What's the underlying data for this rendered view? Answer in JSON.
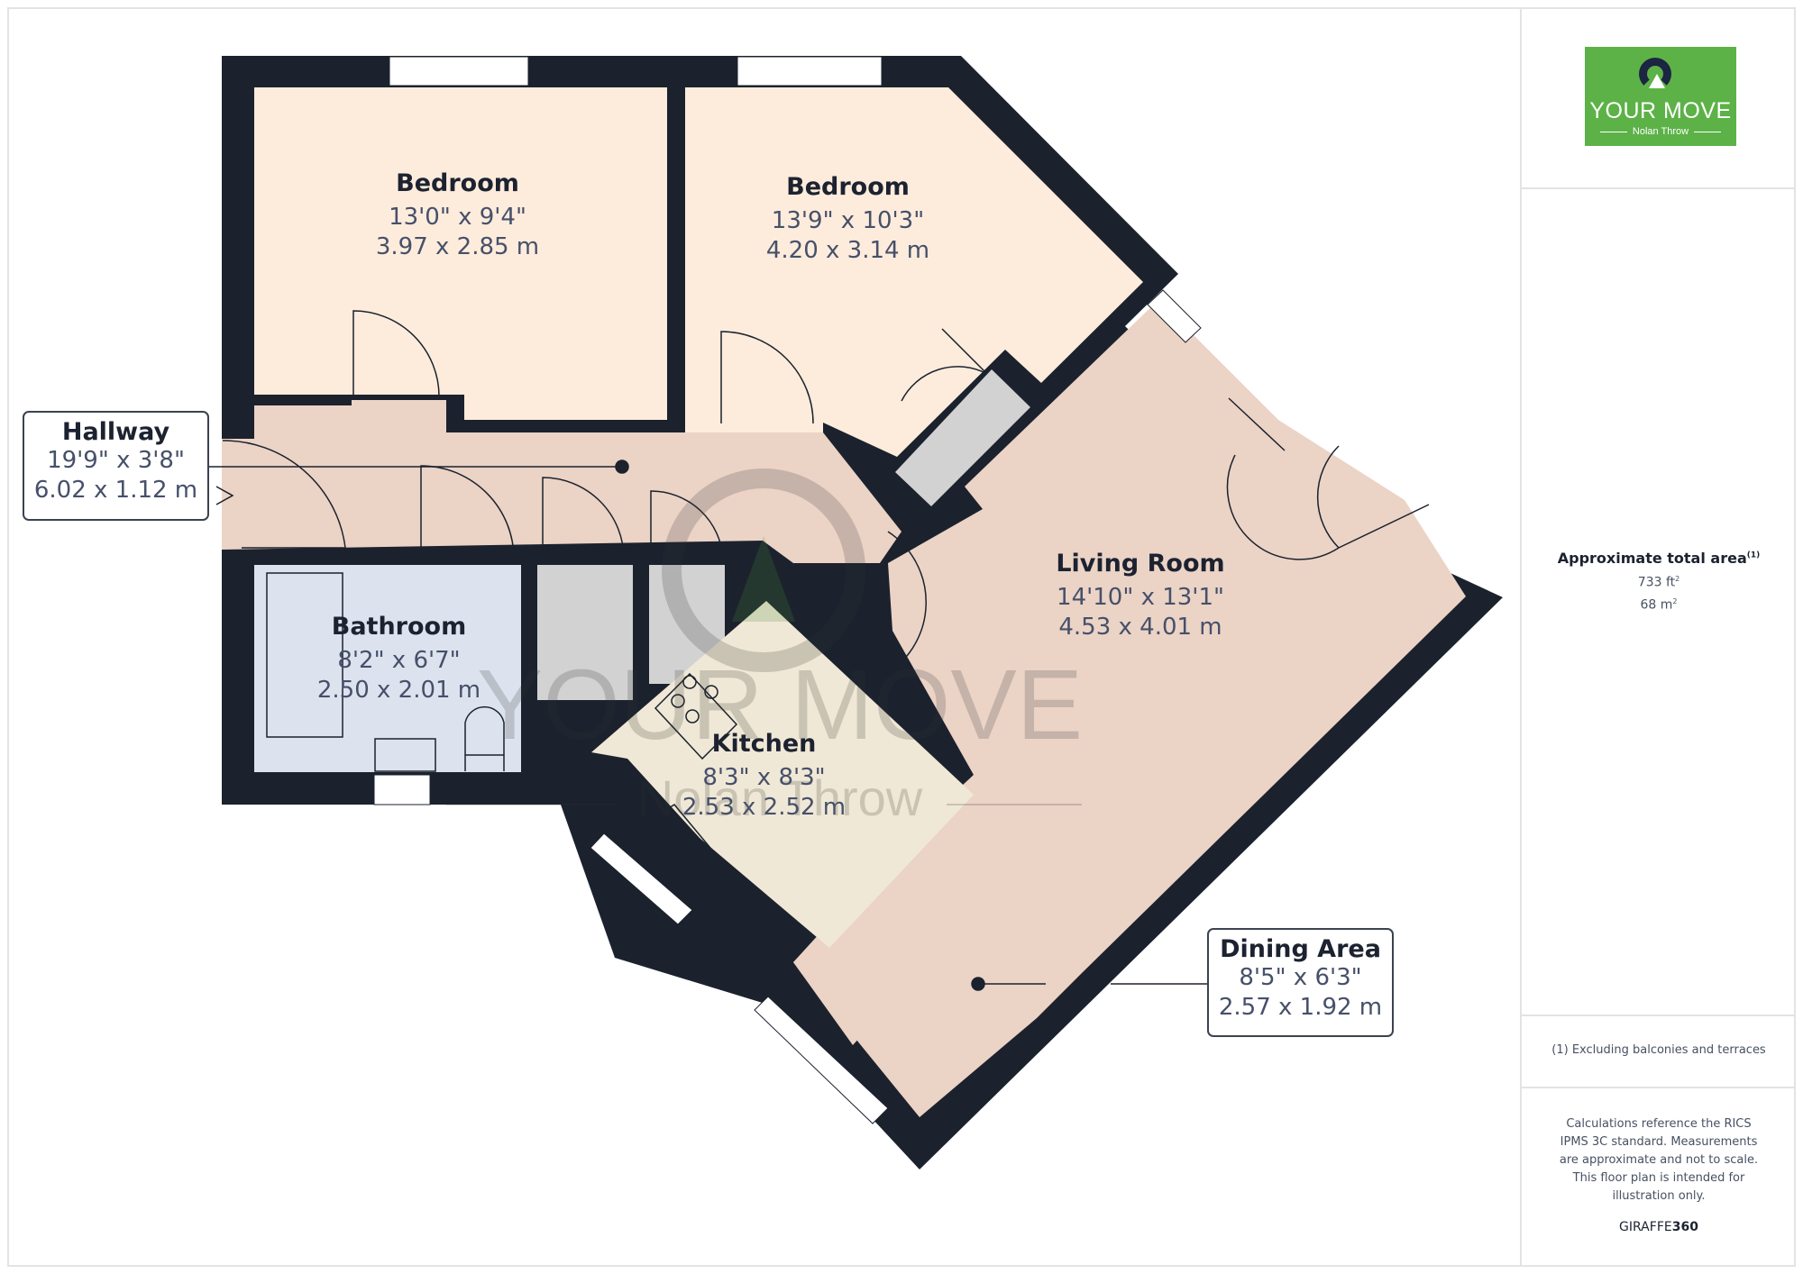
{
  "rooms": {
    "bedroom_1": {
      "name": "Bedroom",
      "imperial": "13'0\" x 9'4\"",
      "metric": "3.97 x 2.85 m"
    },
    "bedroom_2": {
      "name": "Bedroom",
      "imperial": "13'9\" x 10'3\"",
      "metric": "4.20 x 3.14 m"
    },
    "hallway": {
      "name": "Hallway",
      "imperial": "19'9\" x 3'8\"",
      "metric": "6.02 x 1.12 m"
    },
    "bathroom": {
      "name": "Bathroom",
      "imperial": "8'2\" x 6'7\"",
      "metric": "2.50 x 2.01 m"
    },
    "kitchen": {
      "name": "Kitchen",
      "imperial": "8'3\" x 8'3\"",
      "metric": "2.53 x 2.52 m"
    },
    "living_room": {
      "name": "Living Room",
      "imperial": "14'10\" x 13'1\"",
      "metric": "4.53 x 4.01 m"
    },
    "dining_area": {
      "name": "Dining Area",
      "imperial": "8'5\" x 6'3\"",
      "metric": "2.57 x 1.92 m"
    }
  },
  "watermark": {
    "name": "YOUR MOVE",
    "sub": "Nolan Throw"
  },
  "sidebar": {
    "logo": {
      "name": "YOUR MOVE",
      "sub": "Nolan Throw"
    },
    "area_title": "Approximate total area",
    "area_footnote_mark": "(1)",
    "area_sqft": "733 ft",
    "area_sqm": "68 m",
    "footnote": "(1) Excluding balconies and terraces",
    "disclaimer": "Calculations reference the RICS IPMS 3C standard. Measurements are approximate and not to scale. This floor plan is intended for illustration only.",
    "brand_prefix": "GIRAFFE",
    "brand_suffix": "360"
  },
  "colors": {
    "wall": "#1b222d",
    "bedroom": "#fdecdc",
    "hall": "#ebd3c6",
    "bathroom": "#dde3ee",
    "kitchen": "#f0e8d6",
    "storage": "#d2d2d2",
    "brand_green": "#5cb247"
  }
}
